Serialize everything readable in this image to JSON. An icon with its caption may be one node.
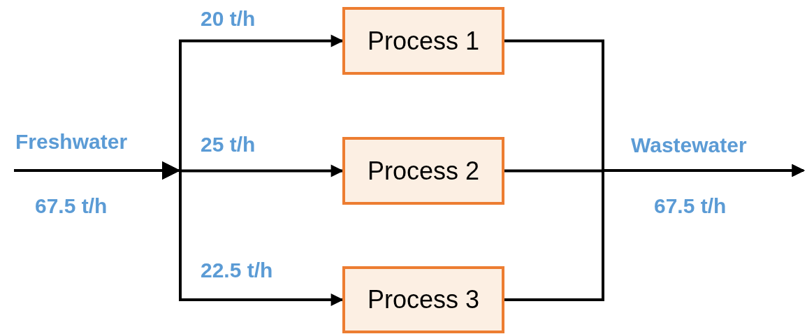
{
  "diagram": {
    "nodes": [
      {
        "text": [
          "Process 1"
        ]
      },
      {
        "text": [
          "Process 2"
        ]
      },
      {
        "text": [
          "Process 3"
        ]
      }
    ],
    "edges": [
      {
        "from": null,
        "to": 0,
        "arrow": "to",
        "label": "20 t/h"
      },
      {
        "from": null,
        "to": 1,
        "arrow": "to",
        "label": "25 t/h"
      },
      {
        "from": null,
        "to": 2,
        "arrow": "to",
        "label": "22.5 t/h"
      },
      {
        "from": 0,
        "to": null,
        "arrow": "to"
      },
      {
        "from": 1,
        "to": null,
        "arrow": "to"
      },
      {
        "from": 2,
        "to": null,
        "arrow": "to"
      }
    ],
    "labels": [
      "Freshwater",
      "67.5 t/h",
      "Wastewater",
      "67.5 t/h"
    ]
  }
}
